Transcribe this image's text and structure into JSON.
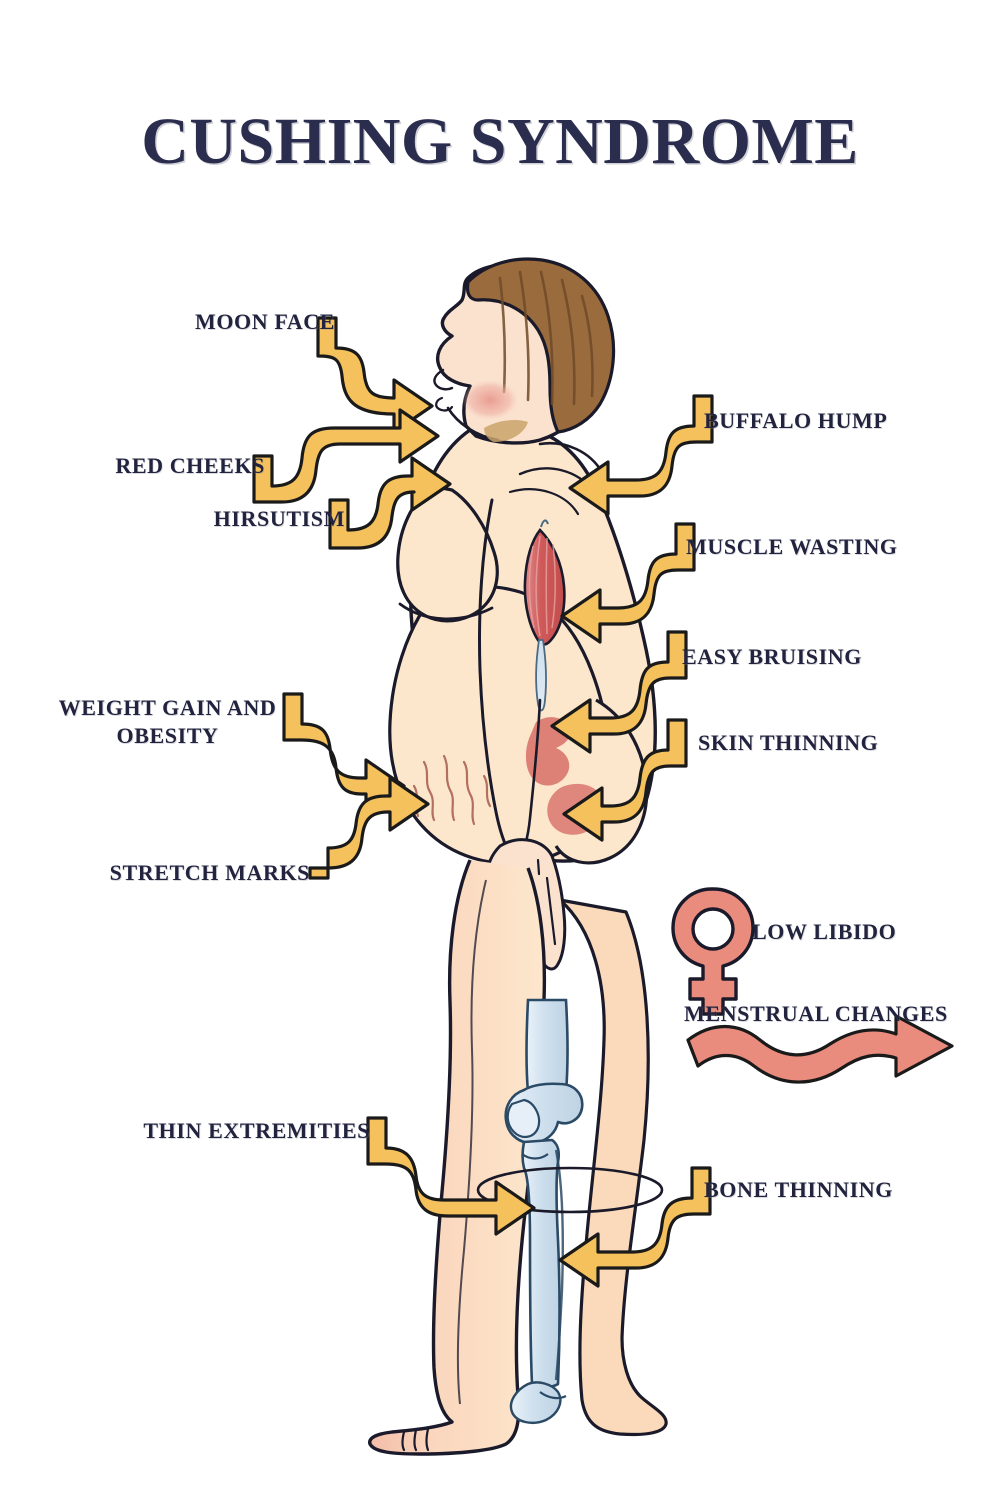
{
  "poster": {
    "title": "CUSHING SYNDROME",
    "background_color": "#ffffff",
    "title_color": "#2b2d4e",
    "arrow_color": "#f5c15c",
    "arrow_outline_color": "#1a1a1a",
    "accent_pink": "#e98c7e",
    "label_color": "#22243f"
  },
  "labels": {
    "moon_face": "MOON FACE",
    "red_cheeks": "RED CHEEKS",
    "hirsutism": "HIRSUTISM",
    "weight_gain": "WEIGHT GAIN AND\nOBESITY",
    "stretch_marks": "STRETCH MARKS",
    "thin_extremities": "THIN EXTREMITIES",
    "buffalo_hump": "BUFFALO HUMP",
    "muscle_wasting": "MUSCLE WASTING",
    "easy_bruising": "EASY BRUISING",
    "skin_thinning": "SKIN THINNING",
    "low_libido": "LOW LIBIDO",
    "menstrual_changes": "MENSTRUAL CHANGES",
    "bone_thinning": "BONE THINNING"
  },
  "symptoms_left": [
    {
      "id": "moon-face",
      "text": "MOON FACE"
    },
    {
      "id": "red-cheeks",
      "text": "RED CHEEKS"
    },
    {
      "id": "hirsutism",
      "text": "HIRSUTISM"
    },
    {
      "id": "weight-gain",
      "text": "WEIGHT GAIN AND OBESITY"
    },
    {
      "id": "stretch-marks",
      "text": "STRETCH MARKS"
    },
    {
      "id": "thin-extremities",
      "text": "THIN EXTREMITIES"
    }
  ],
  "symptoms_right": [
    {
      "id": "buffalo-hump",
      "text": "BUFFALO HUMP"
    },
    {
      "id": "muscle-wasting",
      "text": "MUSCLE WASTING"
    },
    {
      "id": "easy-bruising",
      "text": "EASY BRUISING"
    },
    {
      "id": "skin-thinning",
      "text": "SKIN THINNING"
    },
    {
      "id": "low-libido",
      "text": "LOW LIBIDO"
    },
    {
      "id": "menstrual-changes",
      "text": "MENSTRUAL CHANGES"
    },
    {
      "id": "bone-thinning",
      "text": "BONE THINNING"
    }
  ],
  "illustration": {
    "subject": "female-body-profile-side-view",
    "colors": {
      "skin_light": "#fce5c2",
      "skin_mid": "#fbd9bb",
      "skin_pink": "#f7cdb8",
      "skin_deep_pink": "#f2b9a6",
      "outline": "#1a1a2a",
      "hair": "#9a6b3d",
      "hair_dark": "#7d5530",
      "blush": "#eaa79c",
      "facial_hair": "#c9a36a",
      "muscle": "#d45c5c",
      "muscle_light": "#e88e8e",
      "bruise": "#d9766e",
      "bone": "#ccdded",
      "bone_light": "#e6eff7",
      "stretch_mark": "#b06a5a"
    },
    "features": [
      "brown-bob-hair",
      "moon-face-round-cheek",
      "red-cheek-blush",
      "facial-hair-patch",
      "buffalo-hump-upper-back",
      "wasting-arm-muscle",
      "bruise-patch-upper",
      "bruise-patch-lower",
      "central-obesity-abdomen",
      "abdominal-stretch-marks",
      "thin-arm-and-hand",
      "knee-joint-bone",
      "tibia-fibula-bone",
      "ankle-foot-bone",
      "bone-thinning-ring"
    ]
  }
}
